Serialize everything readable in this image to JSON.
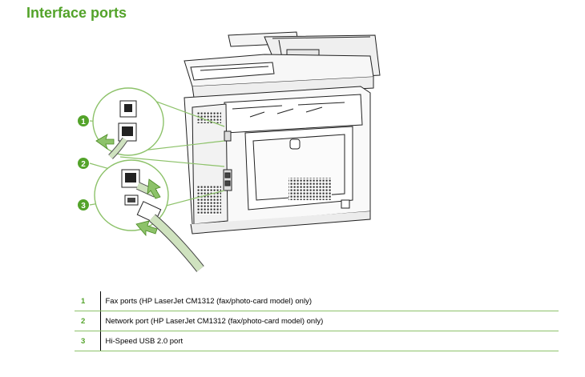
{
  "page": {
    "title": "Interface ports",
    "accent_color": "#53a32a"
  },
  "figure": {
    "callouts": [
      "1",
      "2",
      "3"
    ]
  },
  "legend": {
    "rows": [
      {
        "number": "1",
        "description": "Fax ports (HP LaserJet CM1312 (fax/photo-card model) only)"
      },
      {
        "number": "2",
        "description": "Network port (HP LaserJet CM1312 (fax/photo-card model) only)"
      },
      {
        "number": "3",
        "description": "Hi-Speed USB 2.0 port"
      }
    ]
  }
}
